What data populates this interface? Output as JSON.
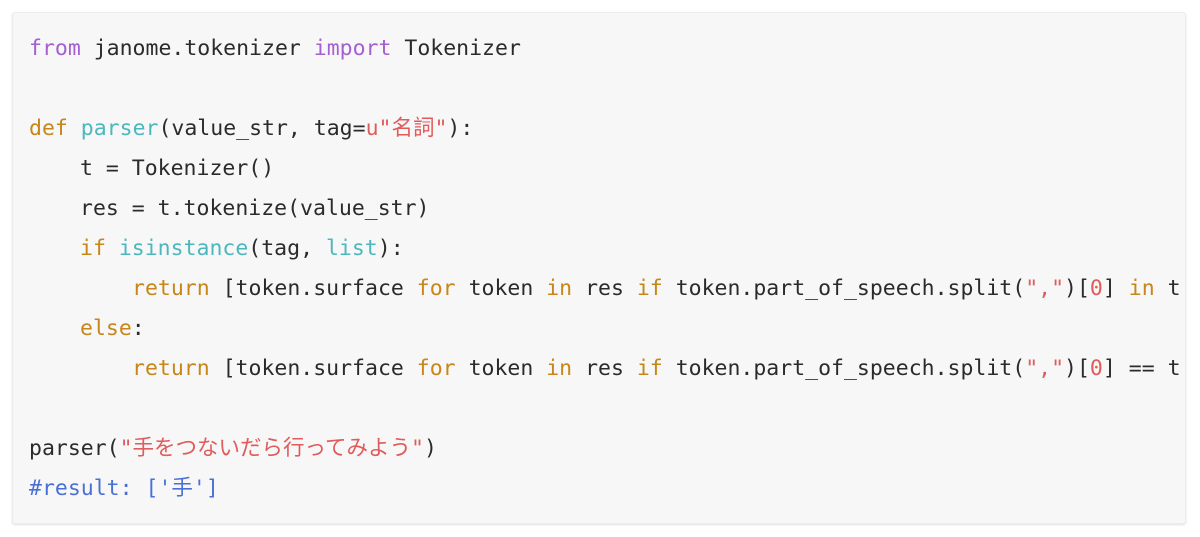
{
  "colors": {
    "background": "#f7f7f7",
    "plain": "#2b2b2b",
    "keyword_purple": "#a45fd1",
    "keyword_orange": "#c8861a",
    "function_name": "#4ab8bd",
    "string": "#e05b5b",
    "comment": "#4a6fd6"
  },
  "code_lines": [
    [
      {
        "t": "from",
        "c": "keyword_purple"
      },
      {
        "t": " janome.tokenizer ",
        "c": "plain"
      },
      {
        "t": "import",
        "c": "keyword_purple"
      },
      {
        "t": " Tokenizer",
        "c": "plain"
      }
    ],
    [],
    [
      {
        "t": "def",
        "c": "keyword_orange"
      },
      {
        "t": " ",
        "c": "plain"
      },
      {
        "t": "parser",
        "c": "function_name"
      },
      {
        "t": "(value_str, tag=",
        "c": "plain"
      },
      {
        "t": "u\"名詞\"",
        "c": "string"
      },
      {
        "t": "):",
        "c": "plain"
      }
    ],
    [
      {
        "t": "t = Tokenizer()",
        "c": "plain"
      }
    ],
    [
      {
        "t": "res = t.tokenize(value_str)",
        "c": "plain"
      }
    ],
    [
      {
        "t": "if",
        "c": "keyword_orange"
      },
      {
        "t": " ",
        "c": "plain"
      },
      {
        "t": "isinstance",
        "c": "function_name"
      },
      {
        "t": "(tag, ",
        "c": "plain"
      },
      {
        "t": "list",
        "c": "function_name"
      },
      {
        "t": "):",
        "c": "plain"
      }
    ],
    [
      {
        "t": "return",
        "c": "keyword_orange"
      },
      {
        "t": " [token.surface ",
        "c": "plain"
      },
      {
        "t": "for",
        "c": "keyword_orange"
      },
      {
        "t": " token ",
        "c": "plain"
      },
      {
        "t": "in",
        "c": "keyword_orange"
      },
      {
        "t": " res ",
        "c": "plain"
      },
      {
        "t": "if",
        "c": "keyword_orange"
      },
      {
        "t": " token.part_of_speech.split(",
        "c": "plain"
      },
      {
        "t": "\",\"",
        "c": "string"
      },
      {
        "t": ")[",
        "c": "plain"
      },
      {
        "t": "0",
        "c": "string"
      },
      {
        "t": "] ",
        "c": "plain"
      },
      {
        "t": "in",
        "c": "keyword_orange"
      },
      {
        "t": " t",
        "c": "plain"
      }
    ],
    [
      {
        "t": "else",
        "c": "keyword_orange"
      },
      {
        "t": ":",
        "c": "plain"
      }
    ],
    [
      {
        "t": "return",
        "c": "keyword_orange"
      },
      {
        "t": " [token.surface ",
        "c": "plain"
      },
      {
        "t": "for",
        "c": "keyword_orange"
      },
      {
        "t": " token ",
        "c": "plain"
      },
      {
        "t": "in",
        "c": "keyword_orange"
      },
      {
        "t": " res ",
        "c": "plain"
      },
      {
        "t": "if",
        "c": "keyword_orange"
      },
      {
        "t": " token.part_of_speech.split(",
        "c": "plain"
      },
      {
        "t": "\",\"",
        "c": "string"
      },
      {
        "t": ")[",
        "c": "plain"
      },
      {
        "t": "0",
        "c": "string"
      },
      {
        "t": "] == t",
        "c": "plain"
      }
    ],
    [],
    [
      {
        "t": "parser(",
        "c": "plain"
      },
      {
        "t": "\"手をつないだら行ってみよう\"",
        "c": "string"
      },
      {
        "t": ")",
        "c": "plain"
      }
    ],
    [
      {
        "t": "#result: ['手']",
        "c": "comment"
      }
    ]
  ]
}
